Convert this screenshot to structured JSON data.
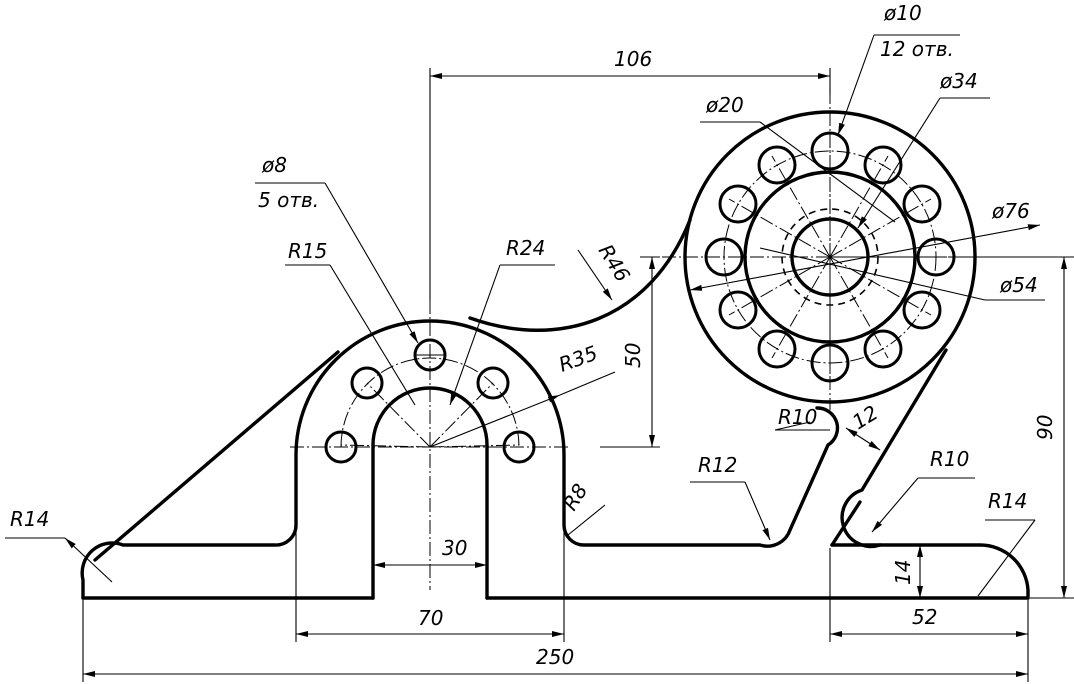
{
  "labels": {
    "d10": "ø10",
    "holes12": "12 отв.",
    "d34": "ø34",
    "dim106": "106",
    "d20": "ø20",
    "d8": "ø8",
    "holes5": "5 отв.",
    "r15": "R15",
    "r24": "R24",
    "r46": "R46",
    "d76": "ø76",
    "d54": "ø54",
    "r35": "R35",
    "dim50": "50",
    "r10a": "R10",
    "dim12": "12",
    "r10b": "R10",
    "dim90": "90",
    "r12": "R12",
    "r14a": "R14",
    "r14b": "R14",
    "r8": "R8",
    "dim30": "30",
    "dim14": "14",
    "dim70": "70",
    "dim52": "52",
    "dim250": "250"
  }
}
